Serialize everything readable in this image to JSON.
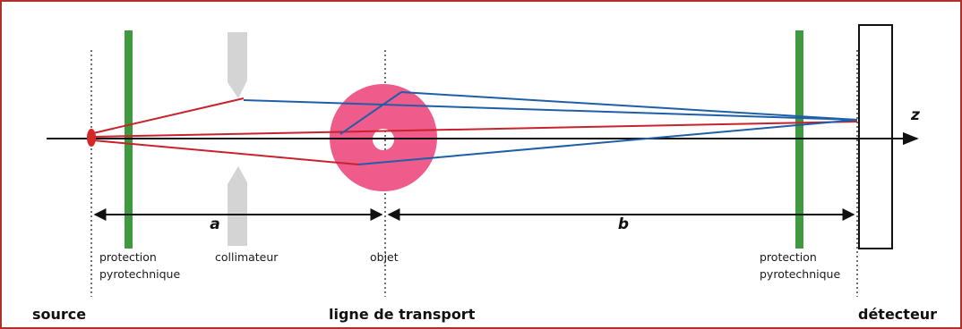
{
  "labels": {
    "protection_left_1": "protection",
    "protection_left_2": "pyrotechnique",
    "collimator": "collimateur",
    "object": "objet",
    "protection_right_1": "protection",
    "protection_right_2": "pyrotechnique",
    "source": "source",
    "transport_line": "ligne de transport",
    "detector": "détecteur",
    "distance_a": "a",
    "distance_b": "b",
    "axis_z": "z"
  },
  "colors": {
    "frame_border": "#b0302a",
    "shield": "#3f9a3f",
    "collimator": "#d4d4d4",
    "object_disc": "#ef5b8a",
    "source_point": "#d62728",
    "source_rays": "#c8232c",
    "detector_rays": "#1f5fa8",
    "axis": "#111111"
  }
}
